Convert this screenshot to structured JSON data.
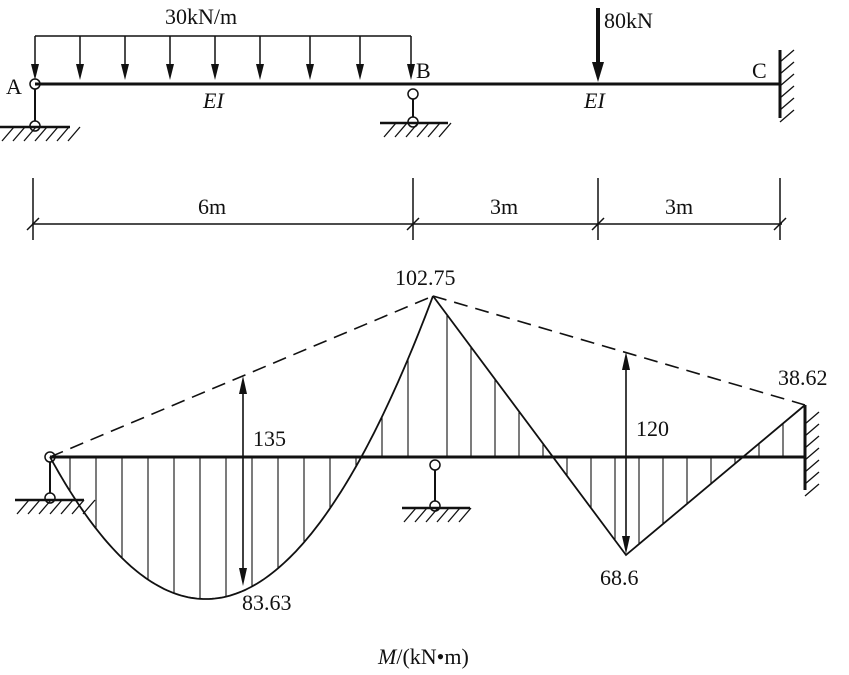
{
  "beam": {
    "load_distributed": "30kN/m",
    "load_point": "80kN",
    "node_a": "A",
    "node_b": "B",
    "node_c": "C",
    "ei_left": "EI",
    "ei_right": "EI"
  },
  "dimensions": {
    "span_ab": "6m",
    "span_b_mid": "3m",
    "span_mid_c": "3m"
  },
  "moment_diagram": {
    "value_b": "102.75",
    "value_c": "38.62",
    "value_ab_mid": "83.63",
    "value_bc_mid": "68.6",
    "label_ab_simple": "135",
    "label_bc_simple": "120",
    "caption_symbol": "M",
    "caption_unit": "/(kN•m)"
  }
}
